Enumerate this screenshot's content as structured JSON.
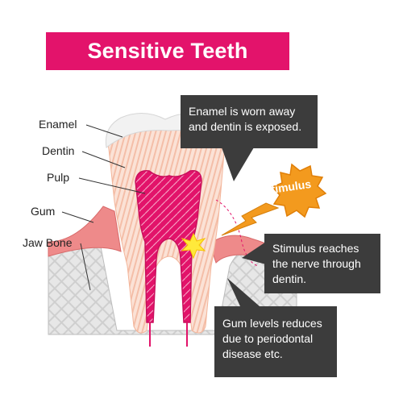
{
  "title": "Sensitive Teeth",
  "labels": {
    "enamel": "Enamel",
    "dentin": "Dentin",
    "pulp": "Pulp",
    "gum": "Gum",
    "jaw_bone": "Jaw Bone"
  },
  "stimulus": "Stimulus",
  "callouts": {
    "enamel_worn": [
      "Enamel is worn away",
      "and dentin is exposed."
    ],
    "stimulus_reaches": [
      "Stimulus reaches",
      "the nerve through",
      "dentin."
    ],
    "gum_levels": [
      "Gum levels reduces",
      "due to periodontal",
      "disease etc."
    ]
  },
  "colors": {
    "title_bg": "#e3136b",
    "callout_bg": "#3c3c3c",
    "gum": "#ee8a8a",
    "pulp": "#e2136a",
    "dentin": "#f6cbb8",
    "stimulus": "#f39a1e",
    "bone": "#d8d8d8"
  }
}
